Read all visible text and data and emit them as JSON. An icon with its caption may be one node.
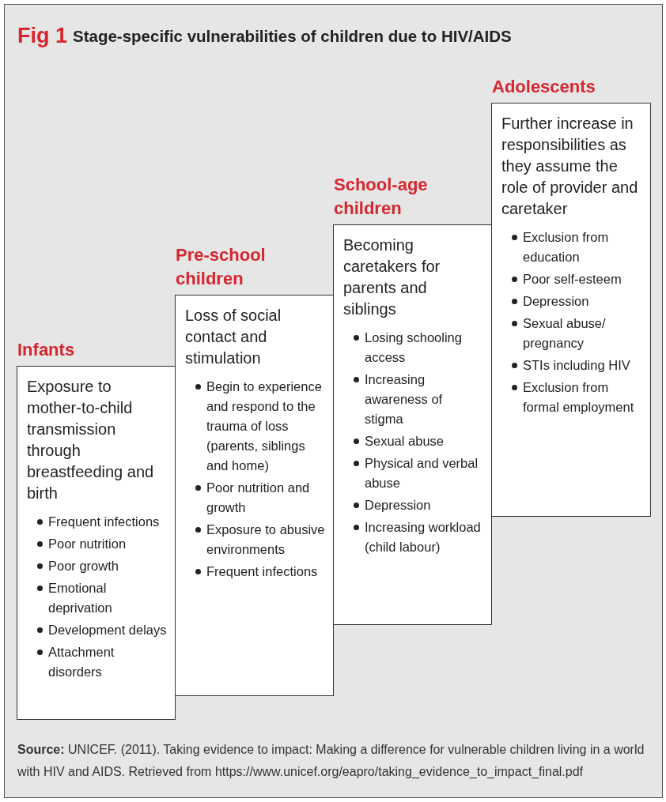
{
  "diagram": {
    "title": "Stage-specific vulnerabilities of children due to HIV/AIDS",
    "caption": "**Source:** UNICEF.  (2011). Taking evidence to impact: Making a difference for vulnerable children living in a world with HIV and AIDS. Retrieved from https://www.unicef.org/eapro/taking_evidence_to_impact_final.pdf",
    "nodes": [
      {
        "text": [
          "Infants",
          "Exposure to mother-to-child transmission through breastfeeding and birth",
          "Frequent infections",
          "Poor nutrition",
          "Poor growth",
          "Emotional deprivation",
          "Development delays",
          "Attachment disorders"
        ]
      },
      {
        "text": [
          "Pre-school children",
          "Loss of social contact and stimulation",
          "Begin to experience and respond to the trauma of loss (parents, siblings and home)",
          "Poor nutrition and growth",
          "Exposure to abusive environments",
          "Frequent infections"
        ]
      },
      {
        "text": [
          "School-age children",
          "Becoming caretakers for parents and siblings",
          "Losing schooling access",
          "Increasing awareness of stigma",
          "Sexual abuse",
          "Physical and verbal abuse",
          "Depression",
          "Increasing workload (child labour)"
        ]
      },
      {
        "text": [
          "Adolescents",
          "Further increase in responsibilities as they assume the role of provider and caretaker",
          "Exclusion from education",
          "Poor self-esteem",
          "Depression",
          "Sexual abuse/ pregnancy",
          "STIs including HIV",
          "Exclusion from formal employment"
        ]
      }
    ],
    "labels": [
      "Fig 1"
    ]
  }
}
